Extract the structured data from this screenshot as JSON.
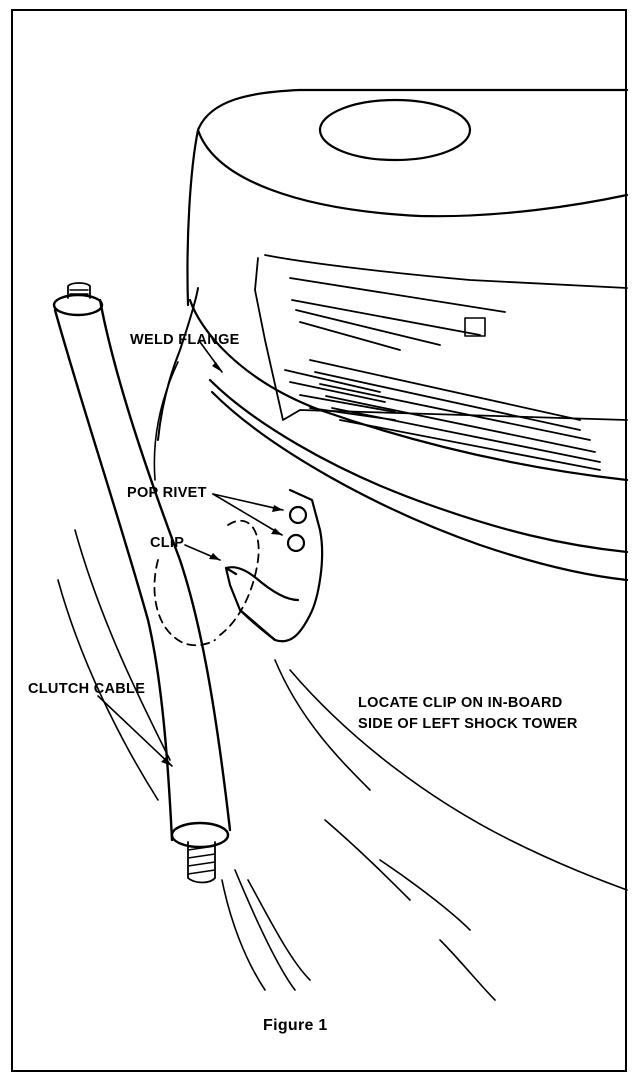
{
  "labels": {
    "weld_flange": "WELD FLANGE",
    "pop_rivet": "POP RIVET",
    "clip": "CLIP",
    "clutch_cable": "CLUTCH CABLE"
  },
  "note": {
    "line1": "LOCATE CLIP ON IN-BOARD",
    "line2": "SIDE OF LEFT SHOCK TOWER"
  },
  "caption": "Figure 1"
}
